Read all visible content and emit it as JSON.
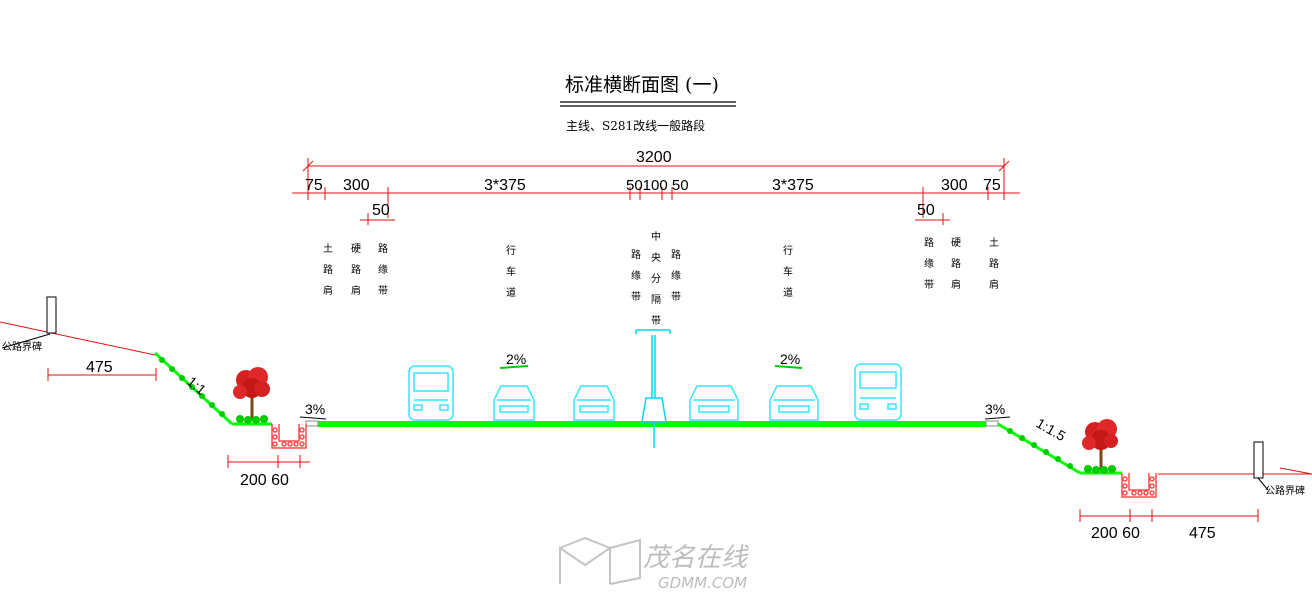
{
  "title": "标准横断面图 (一)",
  "subtitle": "主线、S281改线一般路段",
  "dimensions": {
    "total": "3200",
    "left_shoulder": "75",
    "left_hard_shoulder": "300",
    "left_lanes": "3*375",
    "median_parts": "50100 50",
    "right_lanes": "3*375",
    "right_hard_shoulder": "300",
    "right_shoulder": "75",
    "left_edge_strip": "50",
    "right_edge_strip": "50",
    "left_setback": "475",
    "left_ditch": "200 60",
    "right_ditch": "200 60",
    "right_setback": "475"
  },
  "labels": {
    "earth_shoulder": "土路肩",
    "hard_shoulder": "硬路肩",
    "edge_strip": "路缘带",
    "carriageway": "行车道",
    "median": "中央分隔带",
    "boundary_marker": "公路界碑"
  },
  "slopes": {
    "left_crossfall": "2%",
    "right_crossfall": "2%",
    "left_shoulder_fall": "3%",
    "right_shoulder_fall": "3%",
    "left_embankment": "1:1",
    "right_embankment": "1:1.5"
  },
  "watermark": {
    "brand": "茂名在线",
    "domain": "GDMM.COM"
  },
  "colors": {
    "road": "#00ff00",
    "median": "#00e5ff",
    "vehicle": "#33e6ff",
    "dimension_line": "#ff0000",
    "tree": "#d42020",
    "ditch": "#ff4d4d"
  }
}
